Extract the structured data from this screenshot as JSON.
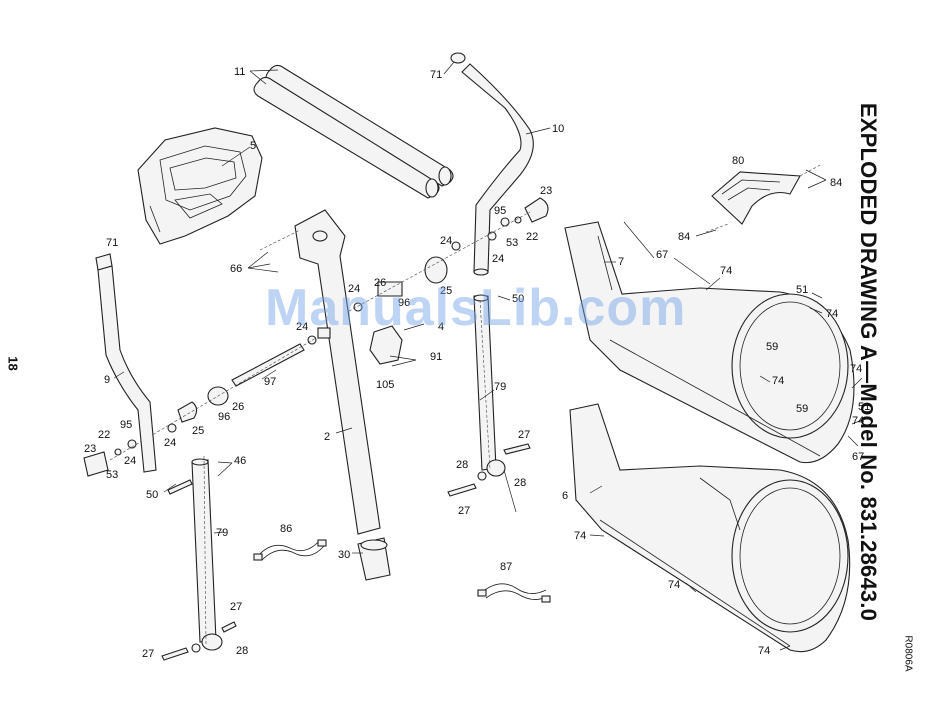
{
  "document": {
    "title": "EXPLODED DRAWING A—Model No. 831.28643.0",
    "page_number": "18",
    "drawing_code": "R0806A",
    "watermark": "ManualsLib.com"
  },
  "callouts": {
    "c5": "5",
    "c11": "11",
    "c71a": "71",
    "c10": "10",
    "c23a": "23",
    "c95a": "95",
    "c22a": "22",
    "c53a": "53",
    "c24a": "24",
    "c24b": "24",
    "c25a": "25",
    "c26a": "26",
    "c36": "96",
    "c24c": "24",
    "c50a": "50",
    "c46a": "46",
    "c4": "4",
    "c91": "91",
    "c105": "105",
    "c66": "66",
    "c71b": "71",
    "c9": "9",
    "c97": "97",
    "c26b": "26",
    "c96": "96",
    "c25b": "25",
    "c24d": "24",
    "c24e": "24",
    "c22b": "22",
    "c95b": "95",
    "c23b": "23",
    "c53b": "53",
    "c46b": "46",
    "c50b": "50",
    "c79a": "79",
    "c2": "2",
    "c30": "30",
    "c86": "86",
    "c27a": "27",
    "c27b": "27",
    "c28a": "28",
    "c79b": "79",
    "c27c": "27",
    "c28b": "28",
    "c27d": "27",
    "c28c": "28",
    "c87": "87",
    "c80": "80",
    "c84a": "84",
    "c84b": "84",
    "c7": "7",
    "c67a": "67",
    "c74a": "74",
    "c51a": "51",
    "c74b": "74",
    "c59a": "59",
    "c74c": "74",
    "c74d": "74",
    "c51b": "51",
    "c59b": "59",
    "c74e": "74",
    "c67b": "67",
    "c6": "6",
    "c74f": "74",
    "c74g": "74",
    "c74h": "74",
    "c24f": "24"
  }
}
